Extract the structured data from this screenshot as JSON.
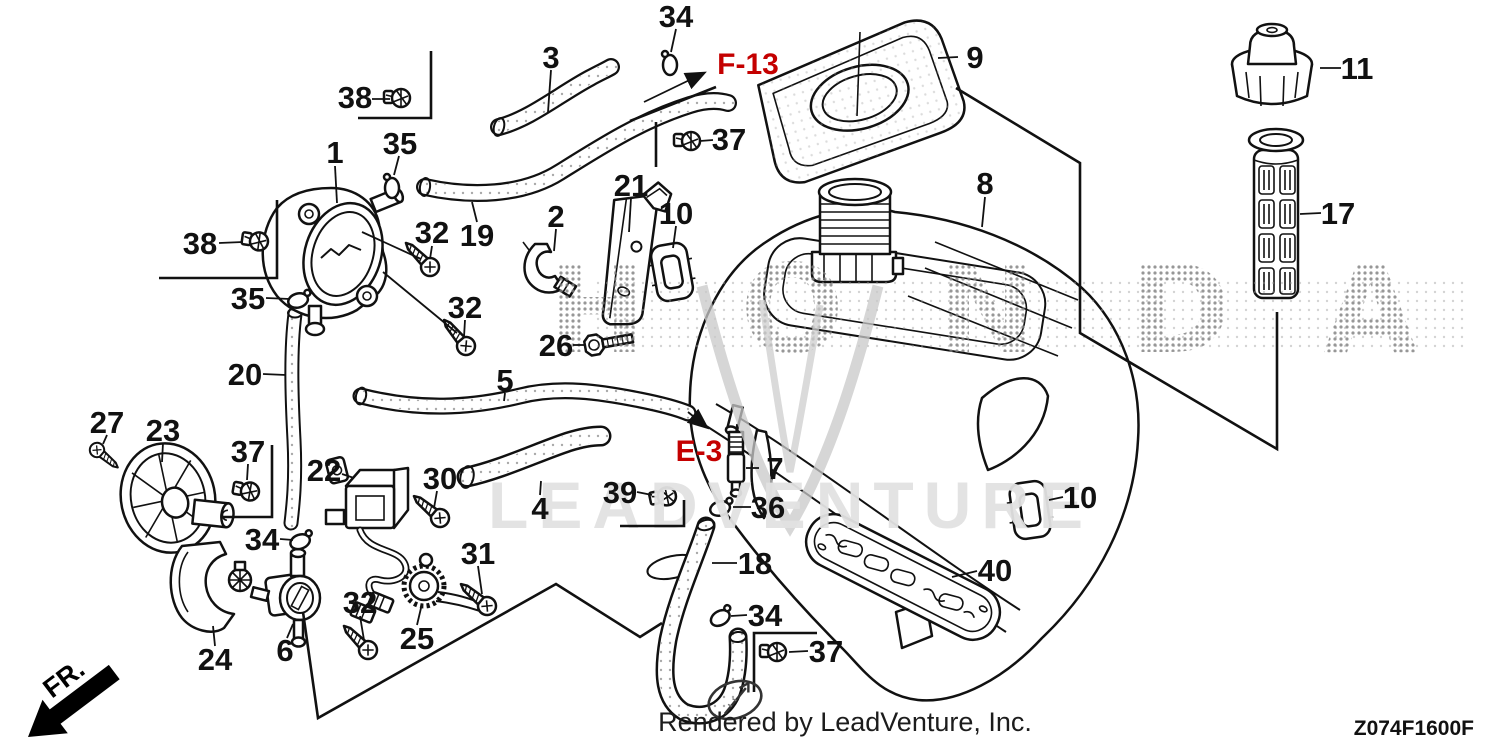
{
  "diagram": {
    "footer_text": "Rendered by LeadVenture, Inc.",
    "diagram_code": "Z074F1600F",
    "direction_label": "FR.",
    "ref_links": {
      "f13": "F-13",
      "e3": "E-3"
    },
    "watermark": {
      "brand": "HONDA",
      "vendor": "LEADVENTURE"
    },
    "colors": {
      "ref": "#c40000",
      "ink": "#111111"
    },
    "callouts": [
      "38",
      "3",
      "34",
      "37",
      "35",
      "1",
      "9",
      "11",
      "21",
      "2",
      "10",
      "32",
      "19",
      "8",
      "17",
      "38",
      "35",
      "32",
      "26",
      "20",
      "5",
      "27",
      "23",
      "37",
      "22",
      "30",
      "7",
      "39",
      "36",
      "10",
      "4",
      "34",
      "31",
      "18",
      "40",
      "32",
      "34",
      "25",
      "24",
      "6",
      "37"
    ]
  }
}
